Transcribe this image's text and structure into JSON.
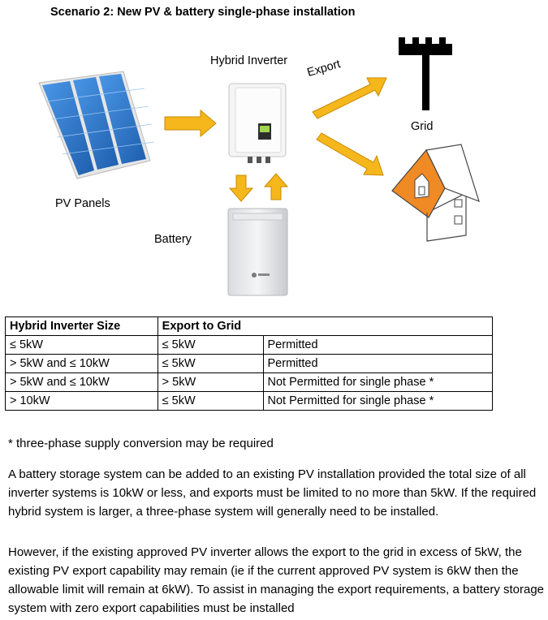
{
  "title": "Scenario 2: New PV & battery single-phase installation",
  "diagram": {
    "hybrid_inverter_label": "Hybrid Inverter",
    "export_label": "Export",
    "grid_label": "Grid",
    "pv_panels_label": "PV Panels",
    "battery_label": "Battery",
    "colors": {
      "arrow": "#f5b71c",
      "roof": "#f08a24",
      "panel": "#2f7fd3"
    }
  },
  "table": {
    "headers": [
      "Hybrid Inverter Size",
      "Export to Grid",
      ""
    ],
    "rows": [
      [
        "≤ 5kW",
        "≤ 5kW",
        "Permitted"
      ],
      [
        "> 5kW and ≤ 10kW",
        "≤ 5kW",
        "Permitted"
      ],
      [
        "> 5kW and ≤ 10kW",
        "> 5kW",
        "Not Permitted for single phase *"
      ],
      [
        "> 10kW",
        "≤ 5kW",
        "Not Permitted for single phase *"
      ]
    ]
  },
  "footnote": "* three-phase supply conversion may be required",
  "paragraphs": [
    "A battery storage system can be added to an existing PV installation provided the total size of all inverter systems is 10kW or less, and exports must be limited to no more than 5kW. If the required hybrid system is larger, a three-phase system will generally need to be installed.",
    "However, if the existing approved PV inverter allows the export to the grid in excess of 5kW, the existing PV export capability may remain (ie if the current approved PV system is 6kW then the allowable limit will remain at 6kW).  To assist in managing the export requirements, a battery storage system with zero export capabilities must be installed"
  ]
}
